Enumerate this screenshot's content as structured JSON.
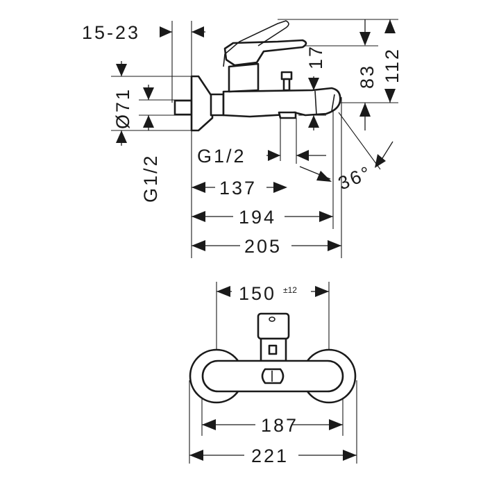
{
  "side_view": {
    "dims": {
      "wall_offset": "15-23",
      "rosette_diameter": "Ø71",
      "inlet_thread": "G1/2",
      "outlet_thread": "G1/2",
      "spout_height": "17",
      "height_to_lever": "83",
      "overall_height": "112",
      "outlet_distance": "137",
      "spout_reach": "194",
      "overall_depth": "205",
      "spray_angle": "36°"
    }
  },
  "front_view": {
    "dims": {
      "centers": "150",
      "centers_tolerance": "±12",
      "body_width": "187",
      "overall_width": "221"
    }
  },
  "colors": {
    "line": "#1a1a1a",
    "background": "#ffffff"
  }
}
